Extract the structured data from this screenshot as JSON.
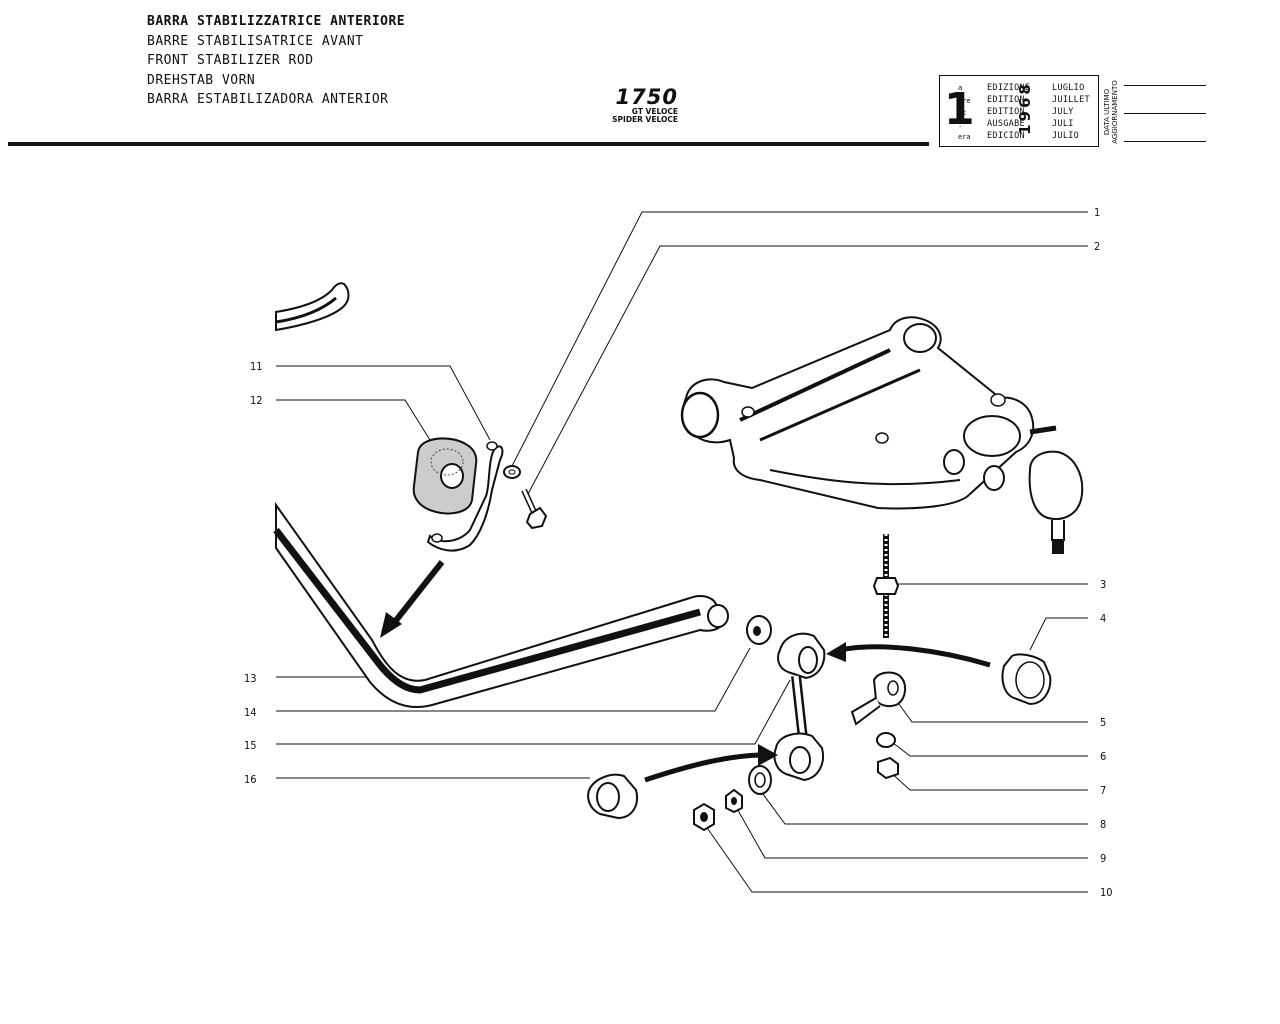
{
  "title_lines": [
    "BARRA STABILIZZATRICE ANTERIORE",
    "BARRE STABILISATRICE AVANT",
    "FRONT STABILIZER ROD",
    "DREHSTAB VORN",
    "BARRA ESTABILIZADORA ANTERIOR"
  ],
  "model": {
    "number": "1750",
    "variant_1": "GT VELOCE",
    "variant_2": "SPIDER VELOCE"
  },
  "edition": {
    "number": "1",
    "suffixes": [
      "a",
      "ere",
      "st",
      ".",
      "era"
    ],
    "words": [
      "EDIZIONE",
      "EDITION",
      "EDITION",
      "AUSGABE",
      "EDICION"
    ],
    "months": [
      "LUGLIO",
      "JUILLET",
      "JULY",
      "JULI",
      "JULIO"
    ],
    "year": "1968"
  },
  "update_label": {
    "line_1": "DATA ULTIMO",
    "line_2": "AGGIORNAMENTO"
  },
  "callouts": [
    "1",
    "2",
    "3",
    "4",
    "5",
    "6",
    "7",
    "8",
    "9",
    "10",
    "11",
    "12",
    "13",
    "14",
    "15",
    "16"
  ]
}
